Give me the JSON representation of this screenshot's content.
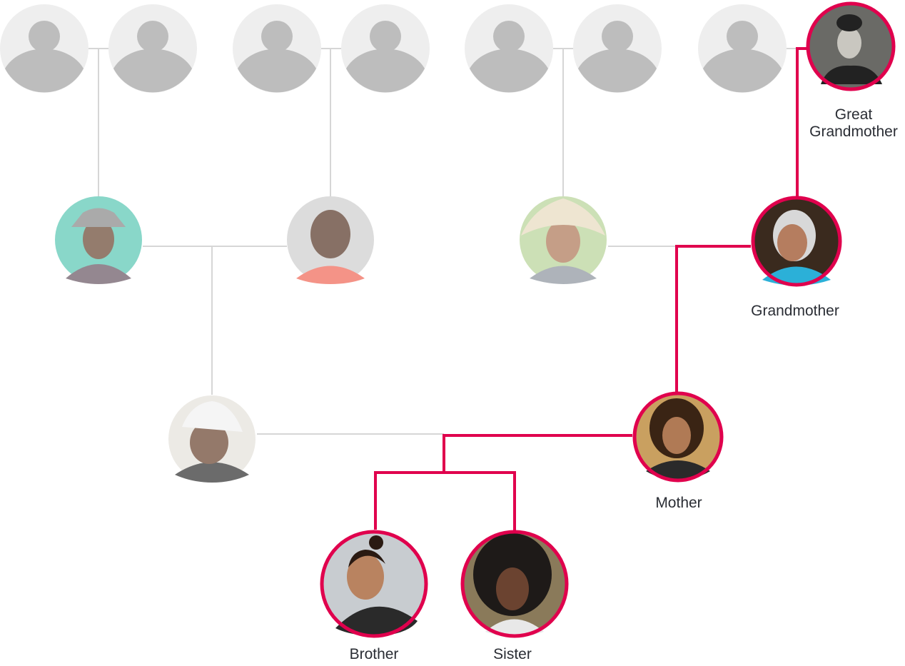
{
  "diagram": {
    "title": "Family tree",
    "highlight_color": "#e0004d",
    "line_color": "#d6d6d6",
    "labels": {
      "great_grandmother_line1": "Great",
      "great_grandmother_line2": "Grandmother",
      "grandmother": "Grandmother",
      "mother": "Mother",
      "brother": "Brother",
      "sister": "Sister"
    }
  }
}
